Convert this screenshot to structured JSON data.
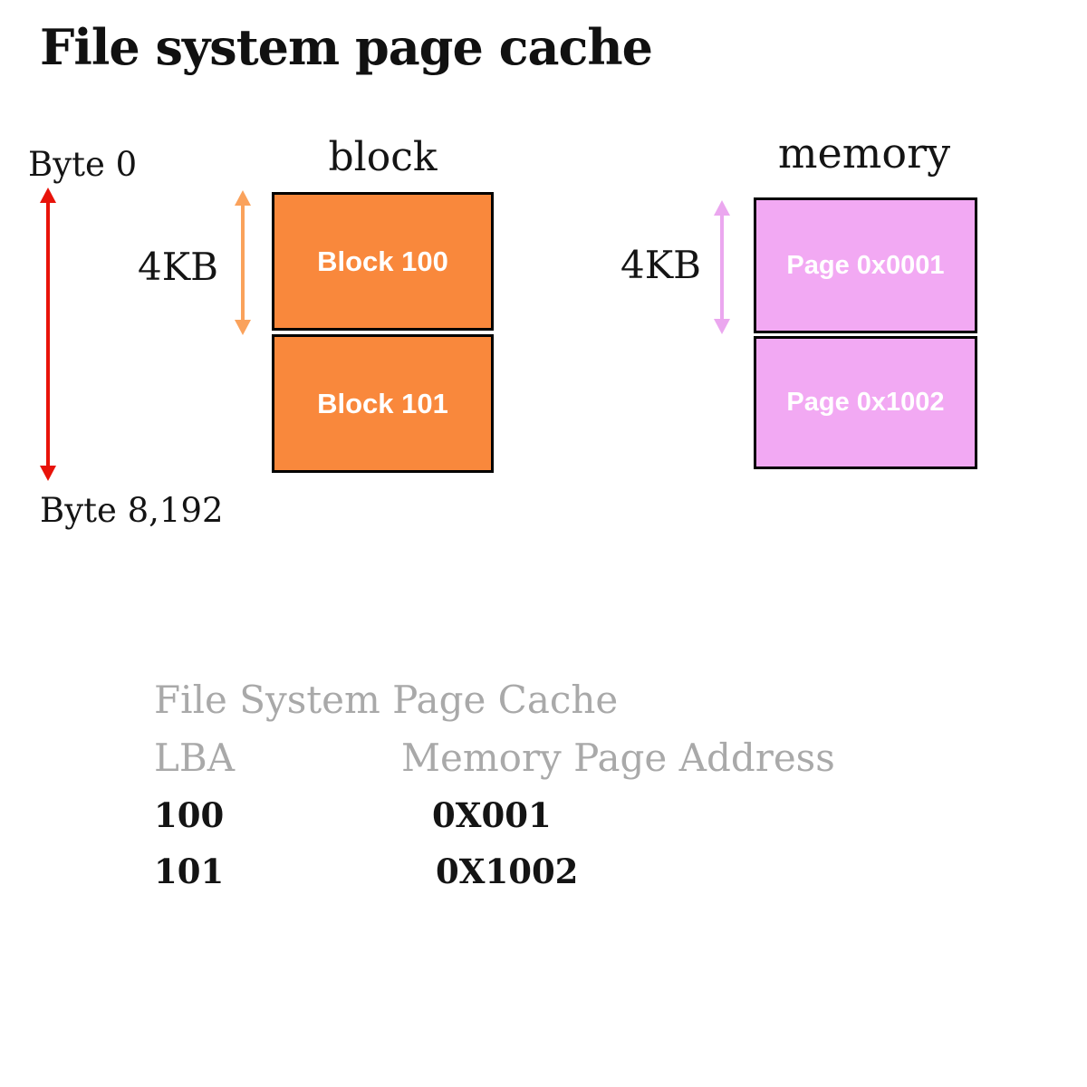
{
  "title": "File system page cache",
  "disk": {
    "heading": "block",
    "byte_start_label": "Byte 0",
    "byte_end_label": "Byte 8,192",
    "size_label": "4KB",
    "blocks": [
      {
        "label": "Block 100"
      },
      {
        "label": "Block 101"
      }
    ]
  },
  "memory": {
    "heading": "memory",
    "size_label": "4KB",
    "pages": [
      {
        "label": "Page 0x0001"
      },
      {
        "label": "Page 0x1002"
      }
    ]
  },
  "mapping_table": {
    "title": "File System Page Cache",
    "columns": [
      "LBA",
      "Memory Page Address"
    ],
    "rows": [
      [
        "100",
        "0X001"
      ],
      [
        "101",
        "0X1002"
      ]
    ]
  },
  "colors": {
    "block_fill": "#f9883c",
    "block_arrow": "#faa25c",
    "page_fill": "#f2a9f3",
    "page_arrow": "#eba7ef",
    "byte_arrow": "#e8130a",
    "muted_text": "#a9a9a9"
  }
}
